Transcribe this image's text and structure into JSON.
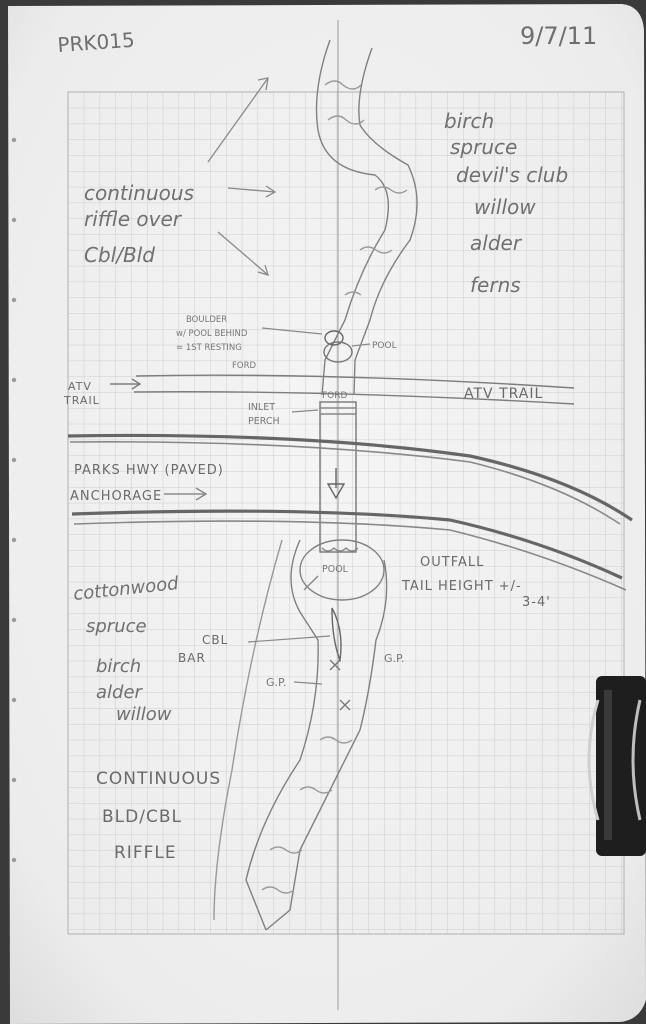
{
  "header": {
    "site_id": "PRK015",
    "date": "9/7/11"
  },
  "upstream": {
    "riffle_note": [
      "continuous",
      "riffle over",
      "Cbl/Bld"
    ],
    "vegetation": [
      "birch",
      "spruce",
      "devil's club",
      "willow",
      "alder",
      "ferns"
    ],
    "boulder_note": [
      "BOULDER",
      "w/ POOL BEHIND",
      "= 1ST RESTING"
    ],
    "pool_label": "POOL",
    "ford_label": "FORD"
  },
  "crossings": {
    "atv_trail_left": [
      "ATV",
      "TRAIL"
    ],
    "atv_trail_right": "ATV TRAIL",
    "ford_label": "FORD",
    "inlet_perch": [
      "INLET",
      "PERCH"
    ],
    "parks_hwy": "PARKS HWY (PAVED)",
    "anchorage": "ANCHORAGE"
  },
  "downstream": {
    "pool_label": "POOL",
    "outfall_note": [
      "OUTFALL",
      "TAIL HEIGHT +/-",
      "3-4'"
    ],
    "cbl_bar": [
      "CBL",
      "BAR"
    ],
    "gp_left": "G.P.",
    "gp_right": "G.P.",
    "vegetation": [
      "cottonwood",
      "spruce",
      "birch",
      "alder",
      "willow"
    ],
    "riffle_note": [
      "CONTINUOUS",
      "BLD/CBL",
      "RIFFLE"
    ]
  },
  "colors": {
    "paper": "#f2f2f2",
    "grid": "#bdbdbd",
    "pencil": "#6e6e6e",
    "background": "#3a3a3a"
  },
  "icons": {
    "binder_clip": "binder-clip-icon",
    "flow_arrow": "flow-direction-arrow-icon"
  }
}
